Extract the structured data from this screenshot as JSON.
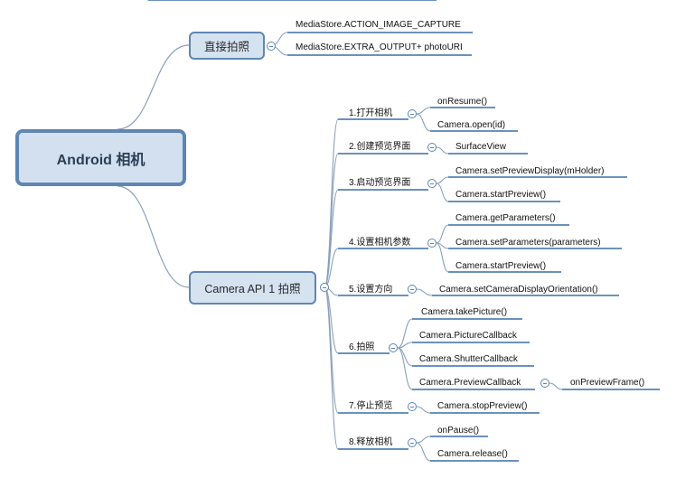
{
  "root": "Android  相机",
  "branches": [
    {
      "label": "直接拍照",
      "children": [
        "MediaStore.ACTION_IMAGE_CAPTURE",
        "MediaStore.EXTRA_OUTPUT+ photoURI"
      ]
    },
    {
      "label": "Camera API 1 拍照",
      "steps": [
        {
          "label": "1.打开相机",
          "children": [
            "onResume()",
            "Camera.open(id)"
          ]
        },
        {
          "label": "2.创建预览界面",
          "children": [
            "SurfaceView"
          ]
        },
        {
          "label": "3.启动预览界面",
          "children": [
            "Camera.setPreviewDisplay(mHolder)",
            "Camera.startPreview()"
          ]
        },
        {
          "label": "4.设置相机参数",
          "children": [
            "Camera.getParameters()",
            "Camera.setParameters(parameters)",
            "Camera.startPreview()"
          ]
        },
        {
          "label": "5.设置方向",
          "children": [
            "Camera.setCameraDisplayOrientation()"
          ]
        },
        {
          "label": "6.拍照",
          "children": [
            "Camera.takePicture()",
            "Camera.PictureCallback",
            "Camera.ShutterCallback",
            "Camera.PreviewCallback"
          ]
        },
        {
          "label": "7.停止预览",
          "children": [
            "Camera.stopPreview()"
          ]
        },
        {
          "label": "8.释放相机",
          "children": [
            "onPause()",
            "Camera.release()"
          ]
        }
      ],
      "preview_callback_child": "onPreviewFrame()"
    }
  ],
  "colors": {
    "line": "#3a6ea5",
    "box_fill": "#d5e2f0",
    "box_border": "#5f86b3"
  }
}
